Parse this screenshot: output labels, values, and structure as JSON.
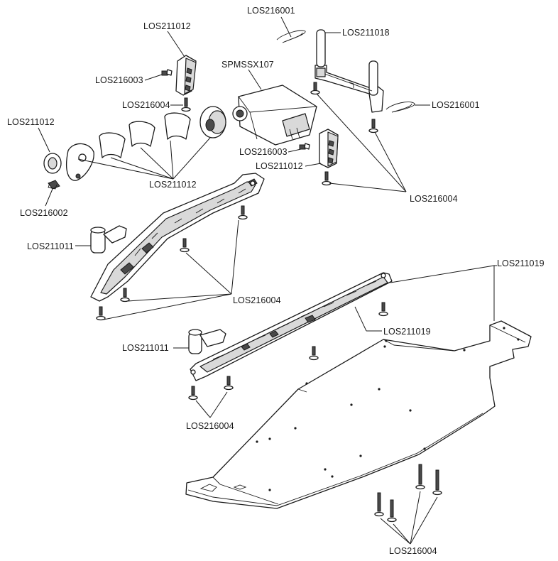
{
  "callouts": {
    "los216001_top": "LOS216001",
    "los211018": "LOS211018",
    "los211012_top": "LOS211012",
    "spmssx107": "SPMSSX107",
    "los216003_top": "LOS216003",
    "los216004_upper": "LOS216004",
    "los216001_right": "LOS216001",
    "los211012_left": "LOS211012",
    "los216003_mid": "LOS216003",
    "los211012_mid": "LOS211012",
    "los211012_bottom": "LOS211012",
    "los216004_right": "LOS216004",
    "los216002": "LOS216002",
    "los211011_upper": "LOS211011",
    "los216004_middle": "LOS216004",
    "los211019_top": "LOS211019",
    "los211019_mid": "LOS211019",
    "los211011_lower": "LOS211011",
    "los216004_lower": "LOS216004",
    "los216004_bottom": "LOS216004"
  },
  "icons": {
    "leaders": "callout-leader-lines",
    "parts": "exploded-view-part-outlines"
  }
}
